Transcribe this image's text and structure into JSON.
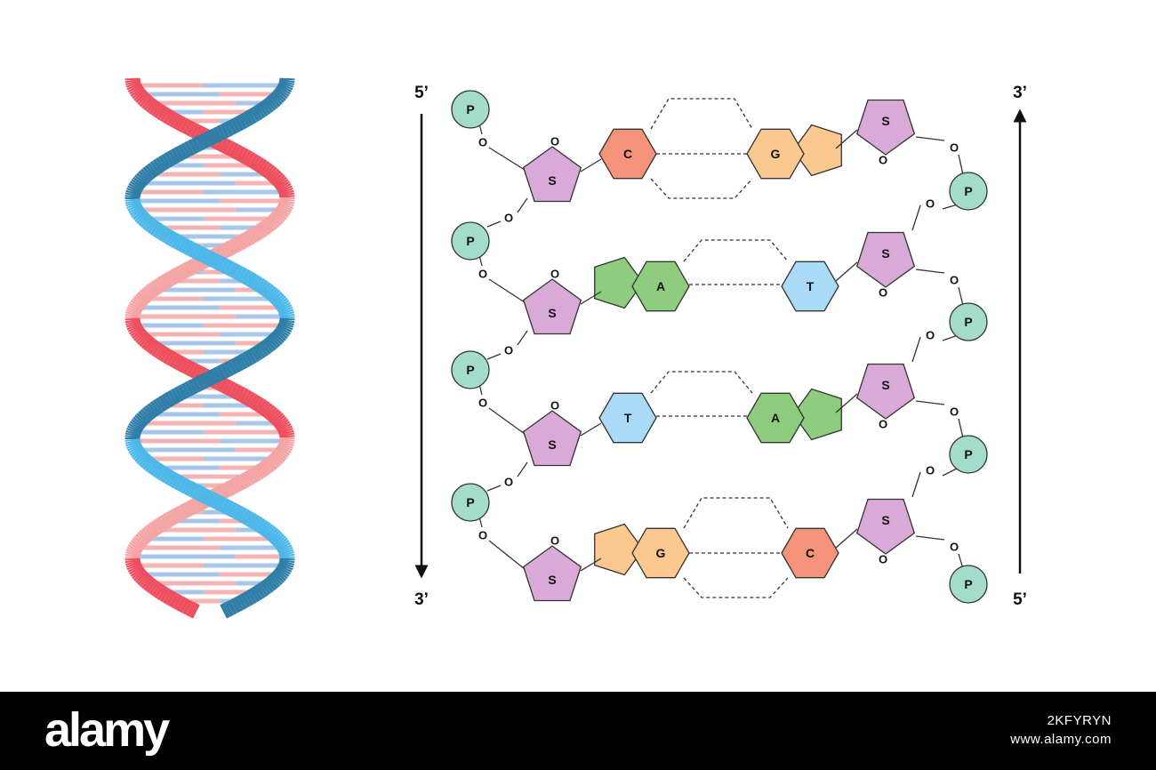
{
  "diagram": {
    "left_strand": {
      "top_label": "5’",
      "bottom_label": "3’"
    },
    "right_strand": {
      "top_label": "3’",
      "bottom_label": "5’"
    },
    "phosphate_label": "P",
    "sugar_label": "S",
    "oxygen_label": "O",
    "base_pairs": [
      {
        "left": "C",
        "right": "G",
        "hydrogen_bonds": 3
      },
      {
        "left": "A",
        "right": "T",
        "hydrogen_bonds": 2
      },
      {
        "left": "T",
        "right": "A",
        "hydrogen_bonds": 2
      },
      {
        "left": "G",
        "right": "C",
        "hydrogen_bonds": 3
      }
    ],
    "colors": {
      "phosphate": "#a3dccb",
      "sugar": "#d9a9d7",
      "C": "#f4937a",
      "G": "#fbc98f",
      "A": "#8fcd7e",
      "T": "#a9dbf6",
      "helix_blue_light": "#4cb7e9",
      "helix_blue_dark": "#2f7ea7",
      "helix_red_light": "#f5a4a4",
      "helix_red_dark": "#ee4f5e"
    }
  },
  "footer": {
    "brand": "alamy",
    "image_code": "2KFYRYN",
    "site": "www.alamy.com"
  }
}
